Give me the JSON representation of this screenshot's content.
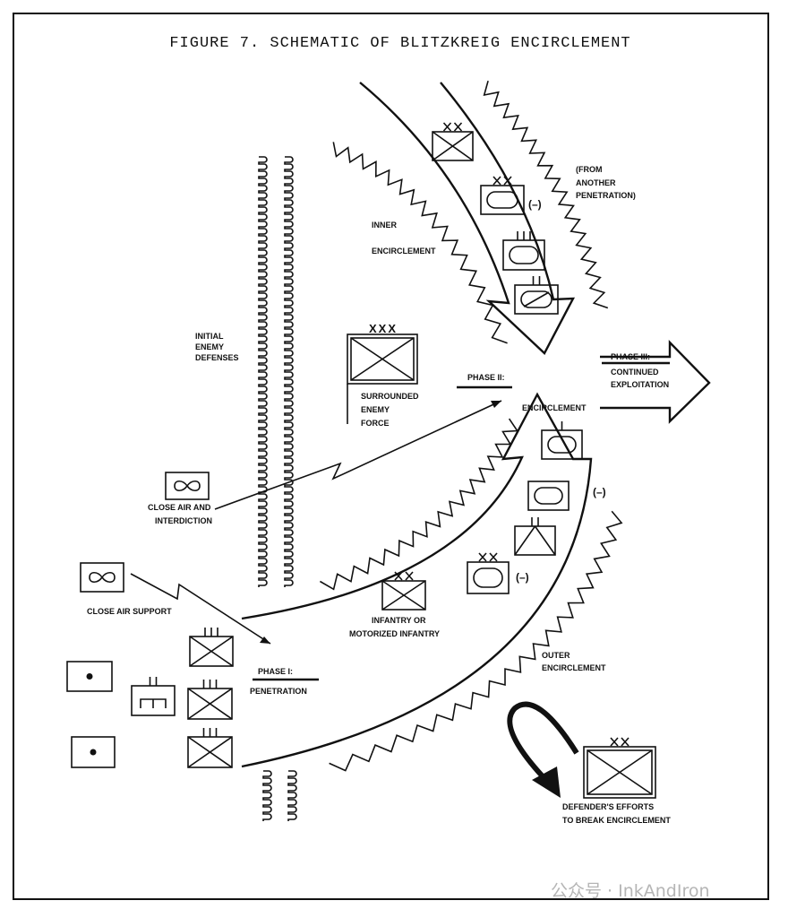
{
  "title": "FIGURE 7.  SCHEMATIC OF BLITZKREIG ENCIRCLEMENT",
  "labels": {
    "initial_defenses": [
      "INITIAL",
      "ENEMY",
      "DEFENSES"
    ],
    "inner_encirclement": [
      "INNER",
      "ENCIRCLEMENT"
    ],
    "another_penetration": [
      "(FROM",
      "ANOTHER",
      "PENETRATION)"
    ],
    "surrounded": [
      "SURROUNDED",
      "ENEMY",
      "FORCE"
    ],
    "phase2_title": "PHASE II:",
    "phase2_text": "ENCIRCLEMENT",
    "phase3_title": "PHASE III:",
    "phase3_text": [
      "CONTINUED",
      "EXPLOITATION"
    ],
    "close_air_interdiction": [
      "CLOSE AIR AND",
      "INTERDICTION"
    ],
    "close_air_support": "CLOSE AIR SUPPORT",
    "infantry": [
      "INFANTRY OR",
      "MOTORIZED INFANTRY"
    ],
    "phase1_title": "PHASE I:",
    "phase1_text": "PENETRATION",
    "outer_encirclement": [
      "OUTER",
      "ENCIRCLEMENT"
    ],
    "defender": [
      "DEFENDER'S EFFORTS",
      "TO BREAK ENCIRCLEMENT"
    ],
    "reduced_marker": "(–)"
  },
  "unit_symbols": {
    "division": "XX",
    "corps": "XXX",
    "regiment": "III"
  },
  "watermark": "公众号 · InkAndIron",
  "colors": {
    "ink": "#111111",
    "watermark": "#b5b5b5"
  }
}
